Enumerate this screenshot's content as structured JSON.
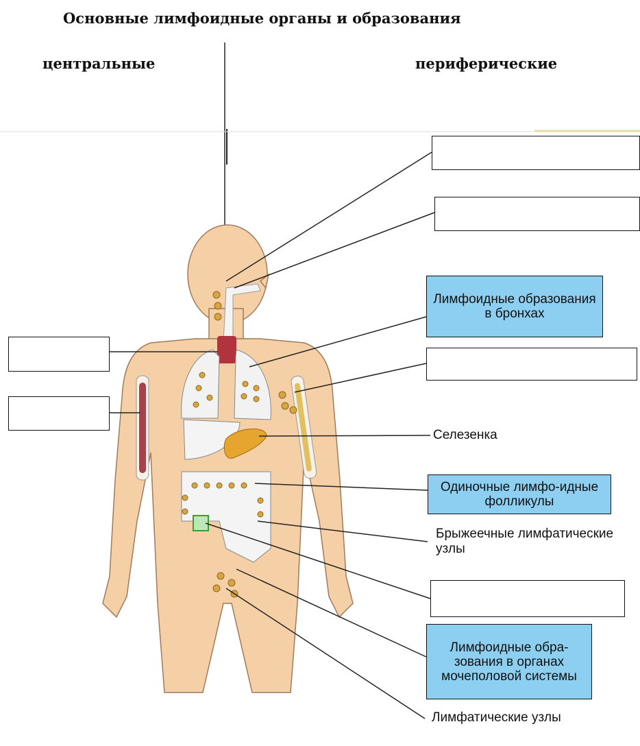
{
  "title": "Основные лимфоидные органы и образования",
  "columns": {
    "central": "центральные",
    "peripheral": "периферические"
  },
  "labels": {
    "bronchi": "Лимфоидные образования в бронхах",
    "spleen": "Селезенка",
    "follicles": "Одиночные лимфо-идные фолликулы",
    "mesenteric": "Брыжеечные лимфатические узлы",
    "urogenital": "Лимфоидные обра-зования в органах мочеполовой системы",
    "lymph_nodes": "Лимфатические узлы"
  },
  "colors": {
    "skin": "#f5cfa6",
    "skin_outline": "#a07a5a",
    "thymus": "#b0333d",
    "bone_marrow": "#a8424a",
    "node": "#d9a441",
    "spleen": "#e5a52e",
    "label_fill": "#8dcff0",
    "appendix": "#2fa32f"
  }
}
